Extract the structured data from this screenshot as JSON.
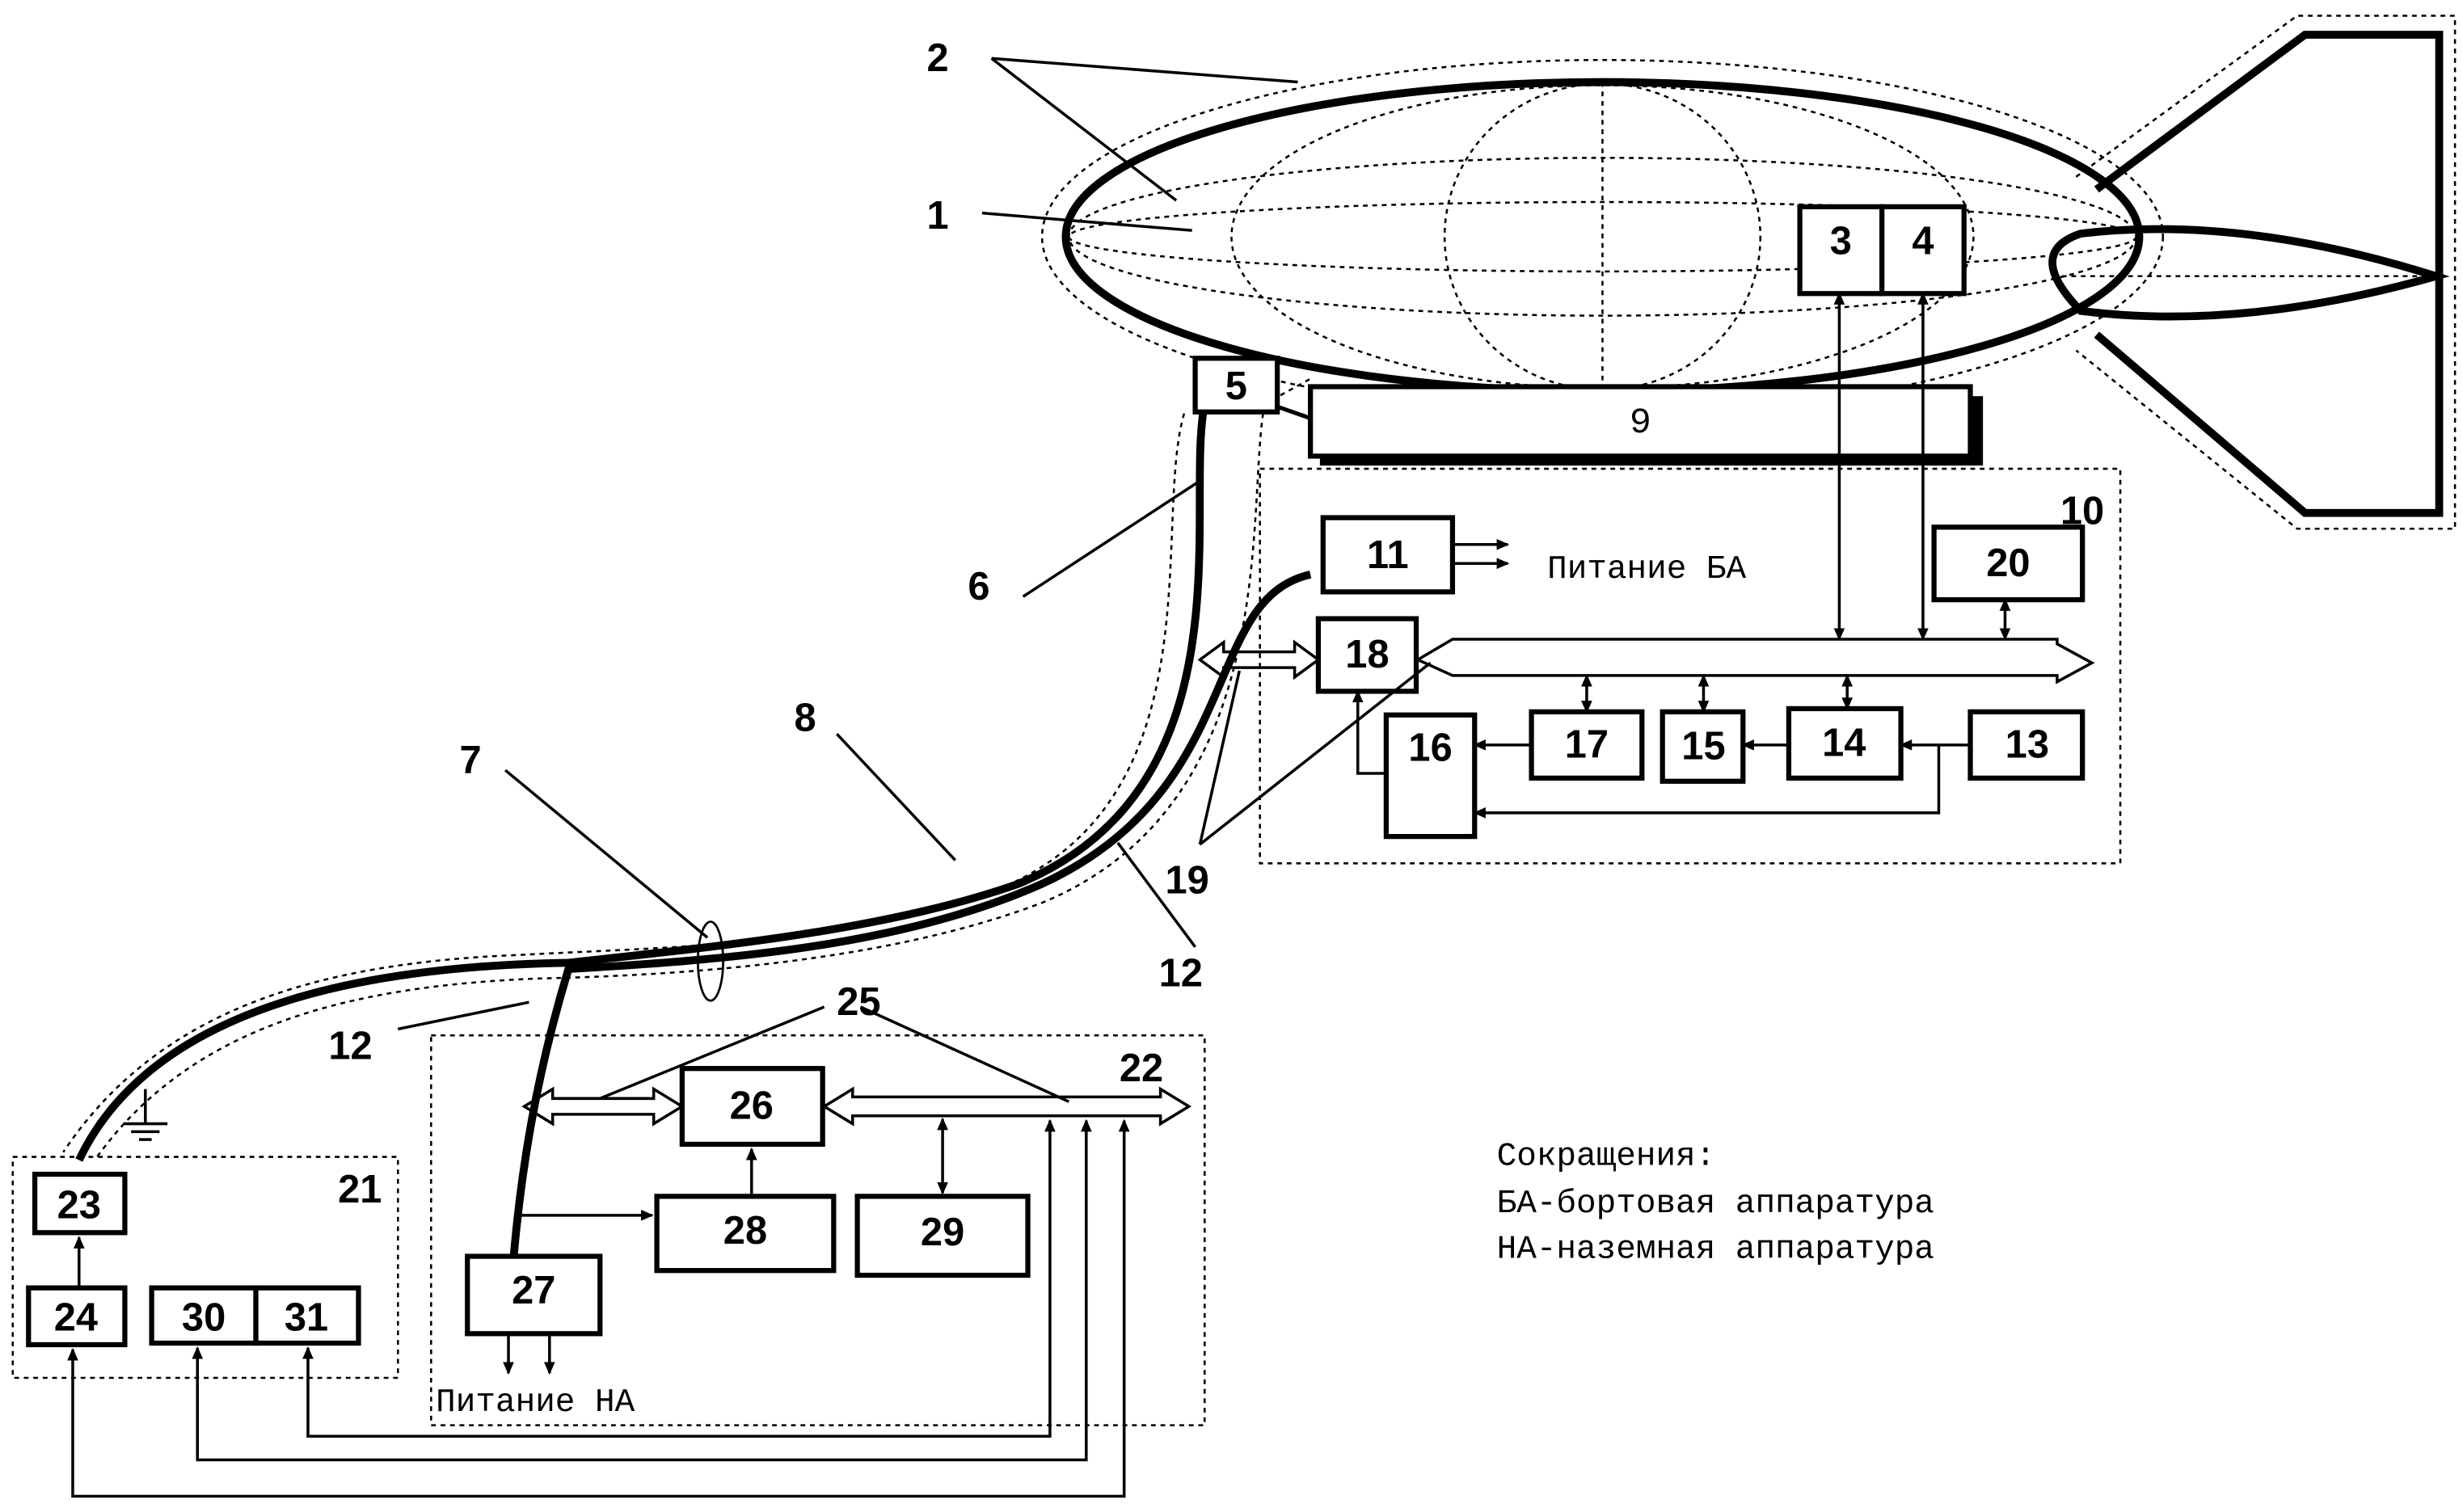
{
  "colors": {
    "ink": "#000000",
    "paper": "#ffffff"
  },
  "labels": {
    "l1": "1",
    "l2": "2",
    "l6": "6",
    "l7": "7",
    "l8": "8",
    "l10": "10",
    "l12a": "12",
    "l12b": "12",
    "l19": "19",
    "l21": "21",
    "l22": "22",
    "l25": "25"
  },
  "blocks": {
    "b3": "3",
    "b4": "4",
    "b5": "5",
    "b9": "9",
    "b11": "11",
    "b13": "13",
    "b14": "14",
    "b15": "15",
    "b16": "16",
    "b17": "17",
    "b18": "18",
    "b20": "20",
    "b23": "23",
    "b24": "24",
    "b26": "26",
    "b27": "27",
    "b28": "28",
    "b29": "29",
    "b30": "30",
    "b31": "31"
  },
  "texts": {
    "power_onboard": "Питание БА",
    "power_ground": "Питание НА",
    "abbr_title": "Сокращения:",
    "abbr_onboard": "БА-бортовая аппаратура",
    "abbr_ground": "НА-наземная аппаратура"
  }
}
